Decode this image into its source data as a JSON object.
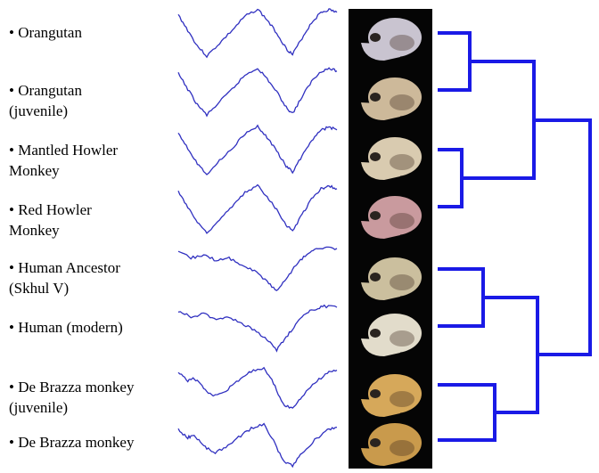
{
  "diagram": {
    "species": [
      {
        "lines": [
          "• Orangutan"
        ],
        "tone": "#c9c4d0"
      },
      {
        "lines": [
          "• Orangutan",
          "(juvenile)"
        ],
        "tone": "#cdb99a"
      },
      {
        "lines": [
          "• Mantled Howler",
          "Monkey"
        ],
        "tone": "#d9cbb0"
      },
      {
        "lines": [
          "• Red Howler",
          "Monkey"
        ],
        "tone": "#c99a9e"
      },
      {
        "lines": [
          "• Human Ancestor",
          "(Skhul V)"
        ],
        "tone": "#cbbf9e"
      },
      {
        "lines": [
          "• Human (modern)"
        ],
        "tone": "#e2dccb"
      },
      {
        "lines": [
          "• De Brazza monkey",
          "(juvenile)"
        ],
        "tone": "#d6a85a"
      },
      {
        "lines": [
          "• De Brazza monkey"
        ],
        "tone": "#c99a4c"
      }
    ],
    "curve_color": "#3030c0",
    "tree_color": "#1a1ae6",
    "background_strip_color": "#050505"
  }
}
